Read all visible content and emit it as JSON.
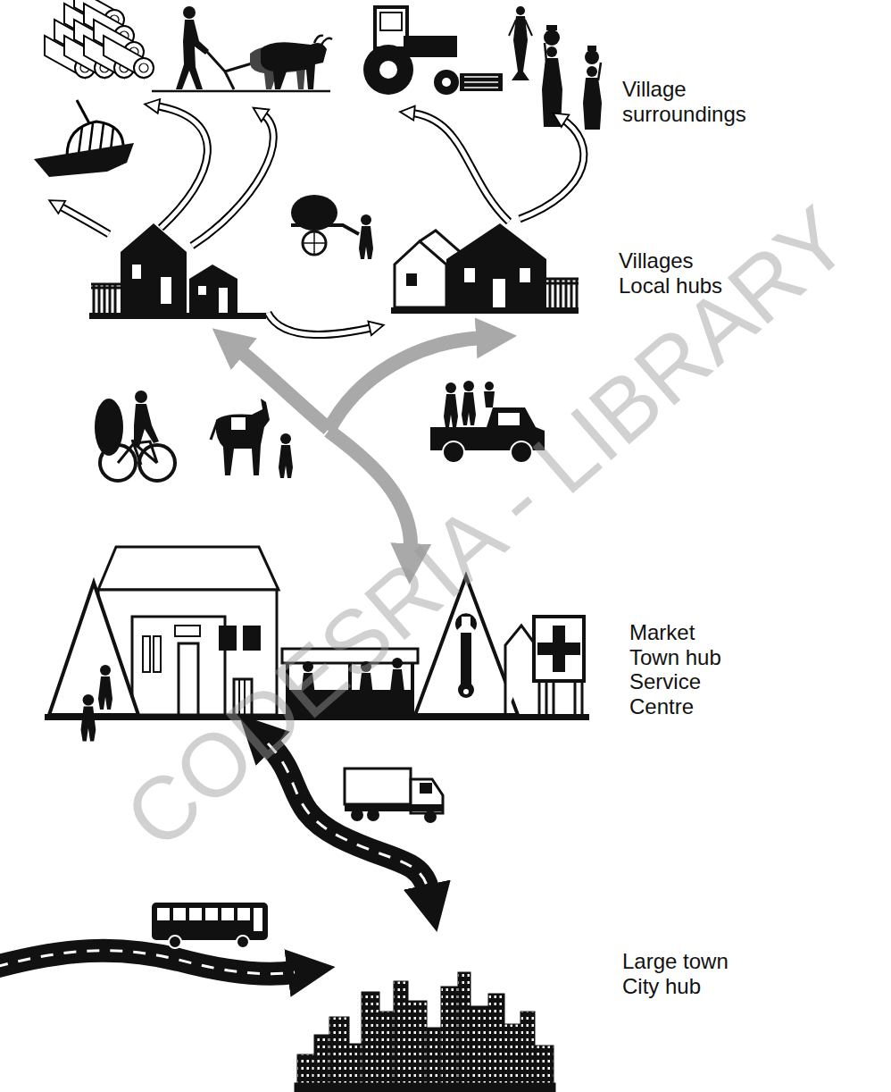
{
  "diagram": {
    "labels": [
      "Village surroundings",
      "Villages Local hubs",
      "Market Town hub Service Centre",
      "Large town City hub",
      "CODESRIA - LIBRARY"
    ]
  }
}
